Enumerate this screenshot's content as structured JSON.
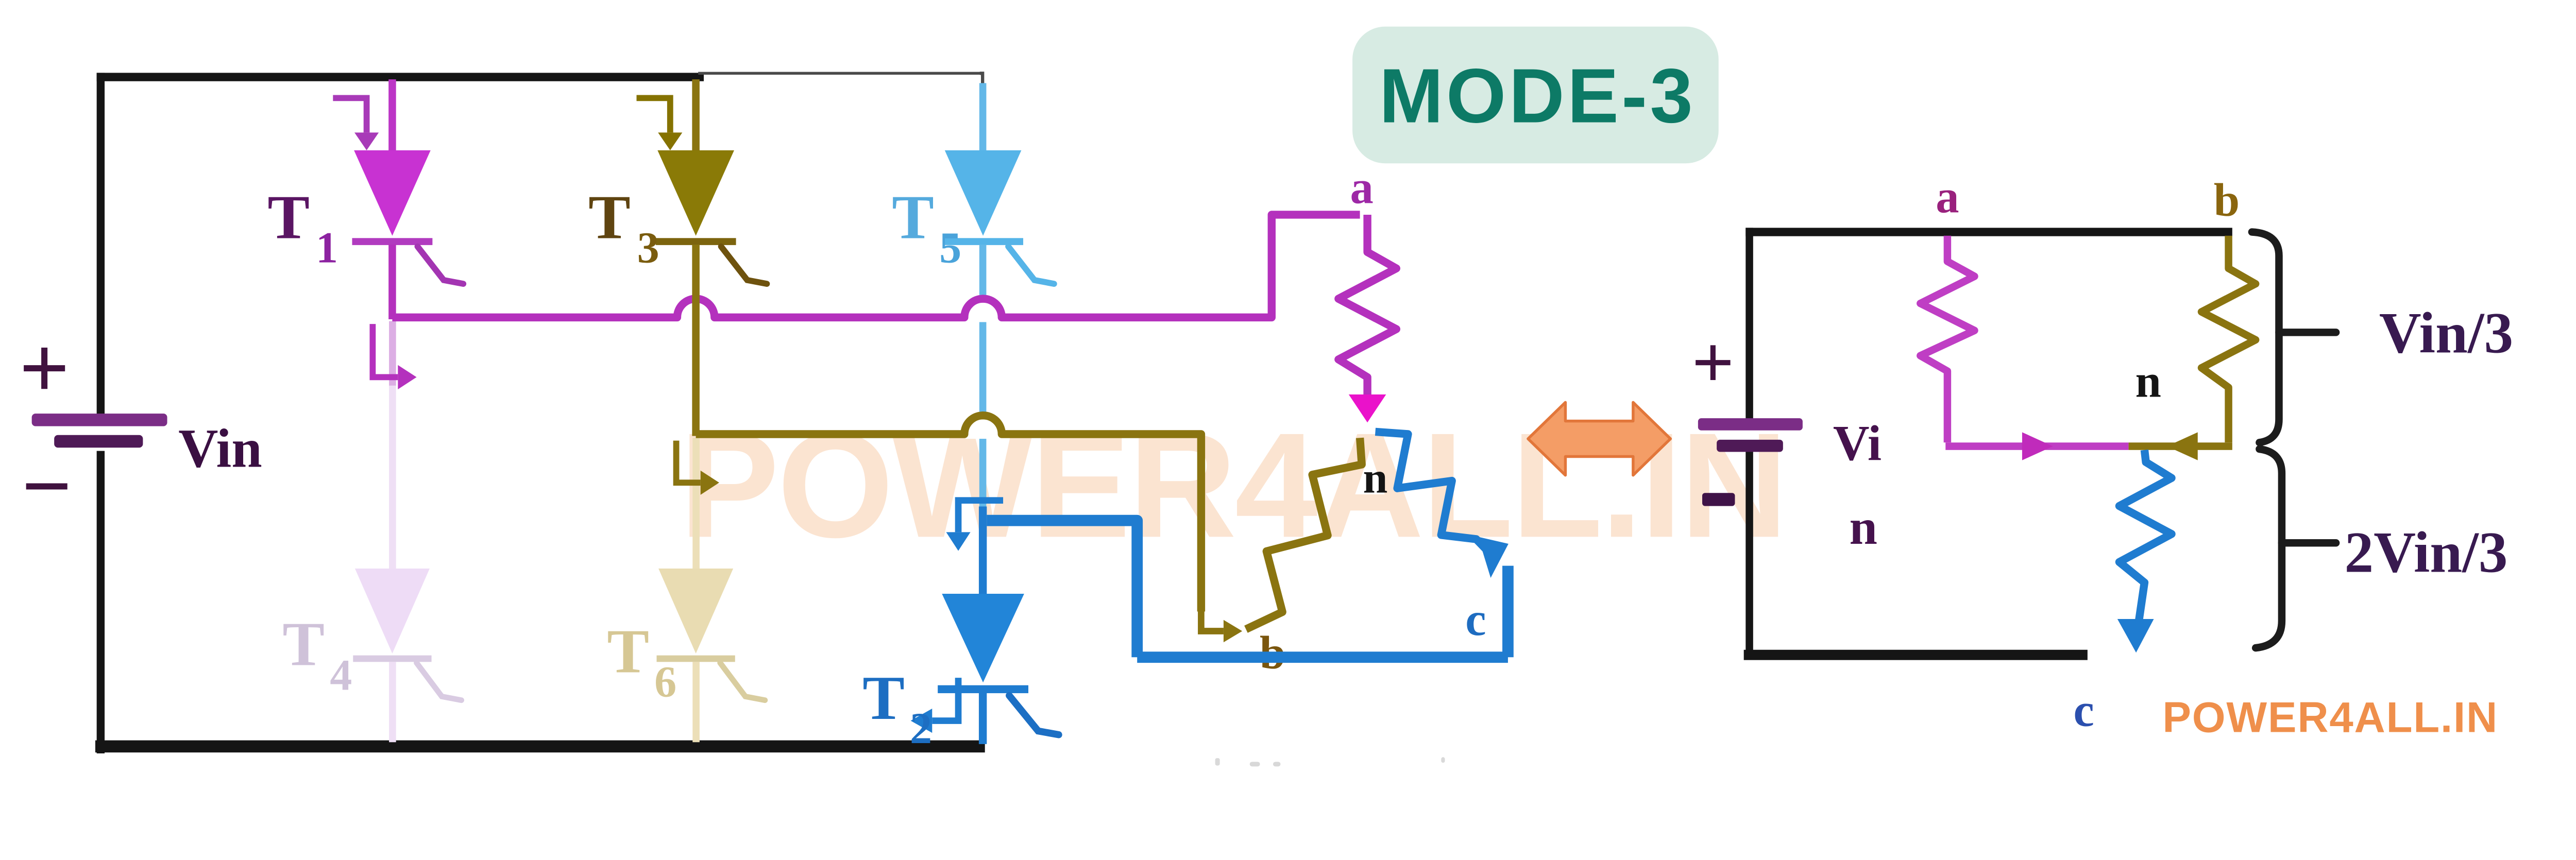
{
  "mode_badge": {
    "label": "MODE-3"
  },
  "watermark": {
    "text": "POWER4ALL.IN"
  },
  "brand": {
    "text": "POWER4ALL.IN"
  },
  "left_circuit": {
    "source": {
      "plus": "+",
      "minus": "−",
      "label": "Vin"
    },
    "thyristors": {
      "t1": {
        "main": "T",
        "sub": "1",
        "state": "on"
      },
      "t2": {
        "main": "T",
        "sub": "2",
        "state": "on"
      },
      "t3": {
        "main": "T",
        "sub": "3",
        "state": "on"
      },
      "t4": {
        "main": "T",
        "sub": "4",
        "state": "off"
      },
      "t5": {
        "main": "T",
        "sub": "5",
        "state": "on"
      },
      "t6": {
        "main": "T",
        "sub": "6",
        "state": "off"
      }
    },
    "nodes": {
      "a": "a",
      "b": "b",
      "c": "c",
      "n": "n"
    }
  },
  "right_circuit": {
    "source": {
      "plus": "+",
      "minus": "−",
      "label_line1": "Vi",
      "label_line2": "n"
    },
    "nodes": {
      "a": "a",
      "b": "b",
      "c": "c",
      "n": "n"
    },
    "voltage_labels": {
      "upper": "Vin/3",
      "lower": "2Vin/3"
    }
  },
  "colors": {
    "phase_a_magenta": "#b431bd",
    "phase_a_arrow_pink": "#ea12ca",
    "phase_b_olive": "#8a7410",
    "phase_c_blue": "#1f7cd0",
    "t5_light_blue": "#63b8e8",
    "off_lavender": "#efdff5",
    "off_tan": "#ecdfb8",
    "wire_black": "#151515",
    "battery_purple": "#7b2d86",
    "badge_bg": "#d7ebe3",
    "badge_text": "#0d7a66",
    "orange_arrow": "#f49d66",
    "brand_orange": "#ef8f4b",
    "watermark_peach": "#fbe0ca",
    "voltage_text": "#381a50"
  }
}
